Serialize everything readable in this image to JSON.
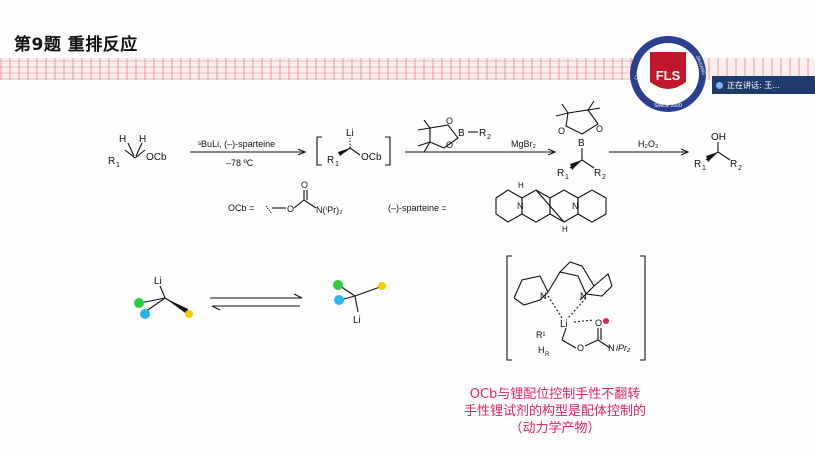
{
  "header": {
    "title": "第9题 重排反应"
  },
  "speaker_bar": {
    "text": "正在讲话: 王..."
  },
  "logo": {
    "text": "FLS",
    "ring_text_left": "CHENGDU",
    "ring_text_right": "JIAXIANG",
    "since": "SINCE 2000"
  },
  "scheme": {
    "reactant": {
      "h1": "H",
      "h2": "H",
      "r1": "R",
      "r1_sub": "1",
      "ocb": "OCb"
    },
    "step1_top": "ˢBuLi, (–)-sparteine",
    "step1_bottom": "–78 ºC",
    "intermediate": {
      "li": "Li",
      "r1": "R",
      "r1_sub": "1",
      "ocb": "OCb"
    },
    "boronate": {
      "b": "B",
      "o1": "O",
      "o2": "O",
      "r2": "R",
      "r2_sub": "2"
    },
    "mgbr": "MgBr₂",
    "product1": {
      "o1": "O",
      "o2": "O",
      "b": "B",
      "r1": "R",
      "r1_sub": "1",
      "r2": "R",
      "r2_sub": "2"
    },
    "h2o2": "H₂O₂",
    "product2": {
      "oh": "OH",
      "r1": "R",
      "r1_sub": "1",
      "r2": "R",
      "r2_sub": "2"
    }
  },
  "definitions": {
    "ocb_label": "OCb =",
    "ocb_o": "O",
    "ocb_o2": "O",
    "ocb_n": "N(ⁱPr)₂",
    "sparteine_label": "(–)-sparteine =",
    "sp_n1": "N",
    "sp_n2": "N",
    "sp_h1": "H",
    "sp_h2": "H"
  },
  "equilibrium": {
    "left_li": "Li",
    "right_li": "Li"
  },
  "complex": {
    "n1": "N",
    "n2": "N",
    "li": "Li",
    "r1": "R¹",
    "h": "H",
    "h_sub": "R",
    "o": "O",
    "o2": "O",
    "n_ipr": "N",
    "ipr": "iPr₂"
  },
  "notes": [
    "OCb与锂配位控制手性不翻转",
    "手性锂试剂的构型是配体控制的",
    "（动力学产物）"
  ],
  "colors": {
    "green": "#2ecc40",
    "cyan": "#27b7e6",
    "yellow": "#f2d000",
    "note": "#e0245e",
    "brand": "#c0182a"
  }
}
